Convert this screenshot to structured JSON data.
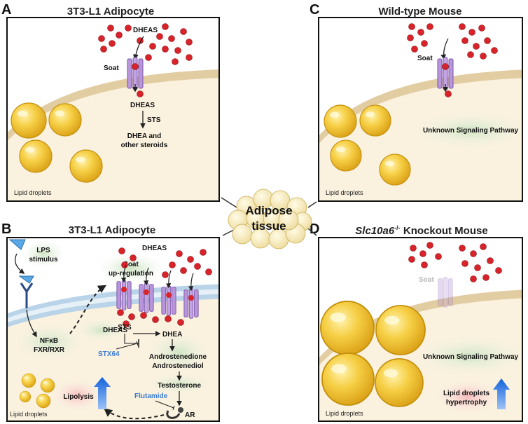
{
  "panels": {
    "A": {
      "letter": "A",
      "title": "3T3-L1 Adipocyte",
      "transporter": "Soat",
      "substrate_top": "DHEAS",
      "substrate_inside": "DHEAS",
      "enzyme": "STS",
      "product_line1": "DHEA and",
      "product_line2": "other steroids",
      "droplets_label": "Lipid droplets"
    },
    "B": {
      "letter": "B",
      "title": "3T3-L1 Adipocyte",
      "substrate_top": "DHEAS",
      "lps_line1": "LPS",
      "lps_line2": "stimulus",
      "soat_line1": "Soat",
      "soat_line2": "up-regulation",
      "nfkb": "NFκB",
      "fxr": "FXR/RXR",
      "dheas": "DHEAS",
      "sts": "STS",
      "dhea": "DHEA",
      "stx": "STX64",
      "androstenedione": "Androstenedione",
      "androstenediol": "Androstenediol",
      "testosterone": "Testosterone",
      "flutamide": "Flutamide",
      "ar": "AR",
      "lipolysis": "Lipolysis",
      "droplets_label": "Lipid droplets"
    },
    "C": {
      "letter": "C",
      "title": "Wild-type Mouse",
      "transporter": "Soat",
      "pathway": "Unknown Signaling Pathway",
      "droplets_label": "Lipid droplets"
    },
    "D": {
      "letter": "D",
      "title_gene": "Slc10a6",
      "title_sup": "-/-",
      "title_rest": " Knockout Mouse",
      "transporter": "Soat",
      "pathway": "Unknown Signaling Pathway",
      "hyper_line1": "Lipid droplets",
      "hyper_line2": "hypertrophy",
      "droplets_label": "Lipid droplets"
    }
  },
  "center": {
    "line1": "Adipose",
    "line2": "tissue"
  },
  "colors": {
    "membrane": "#e2cda2",
    "cell": "#faf1de",
    "droplet": "#f3c43a",
    "transporter": "#b995dc",
    "dot": "#d8232a",
    "arrow_blue": "#1e6fe0"
  }
}
